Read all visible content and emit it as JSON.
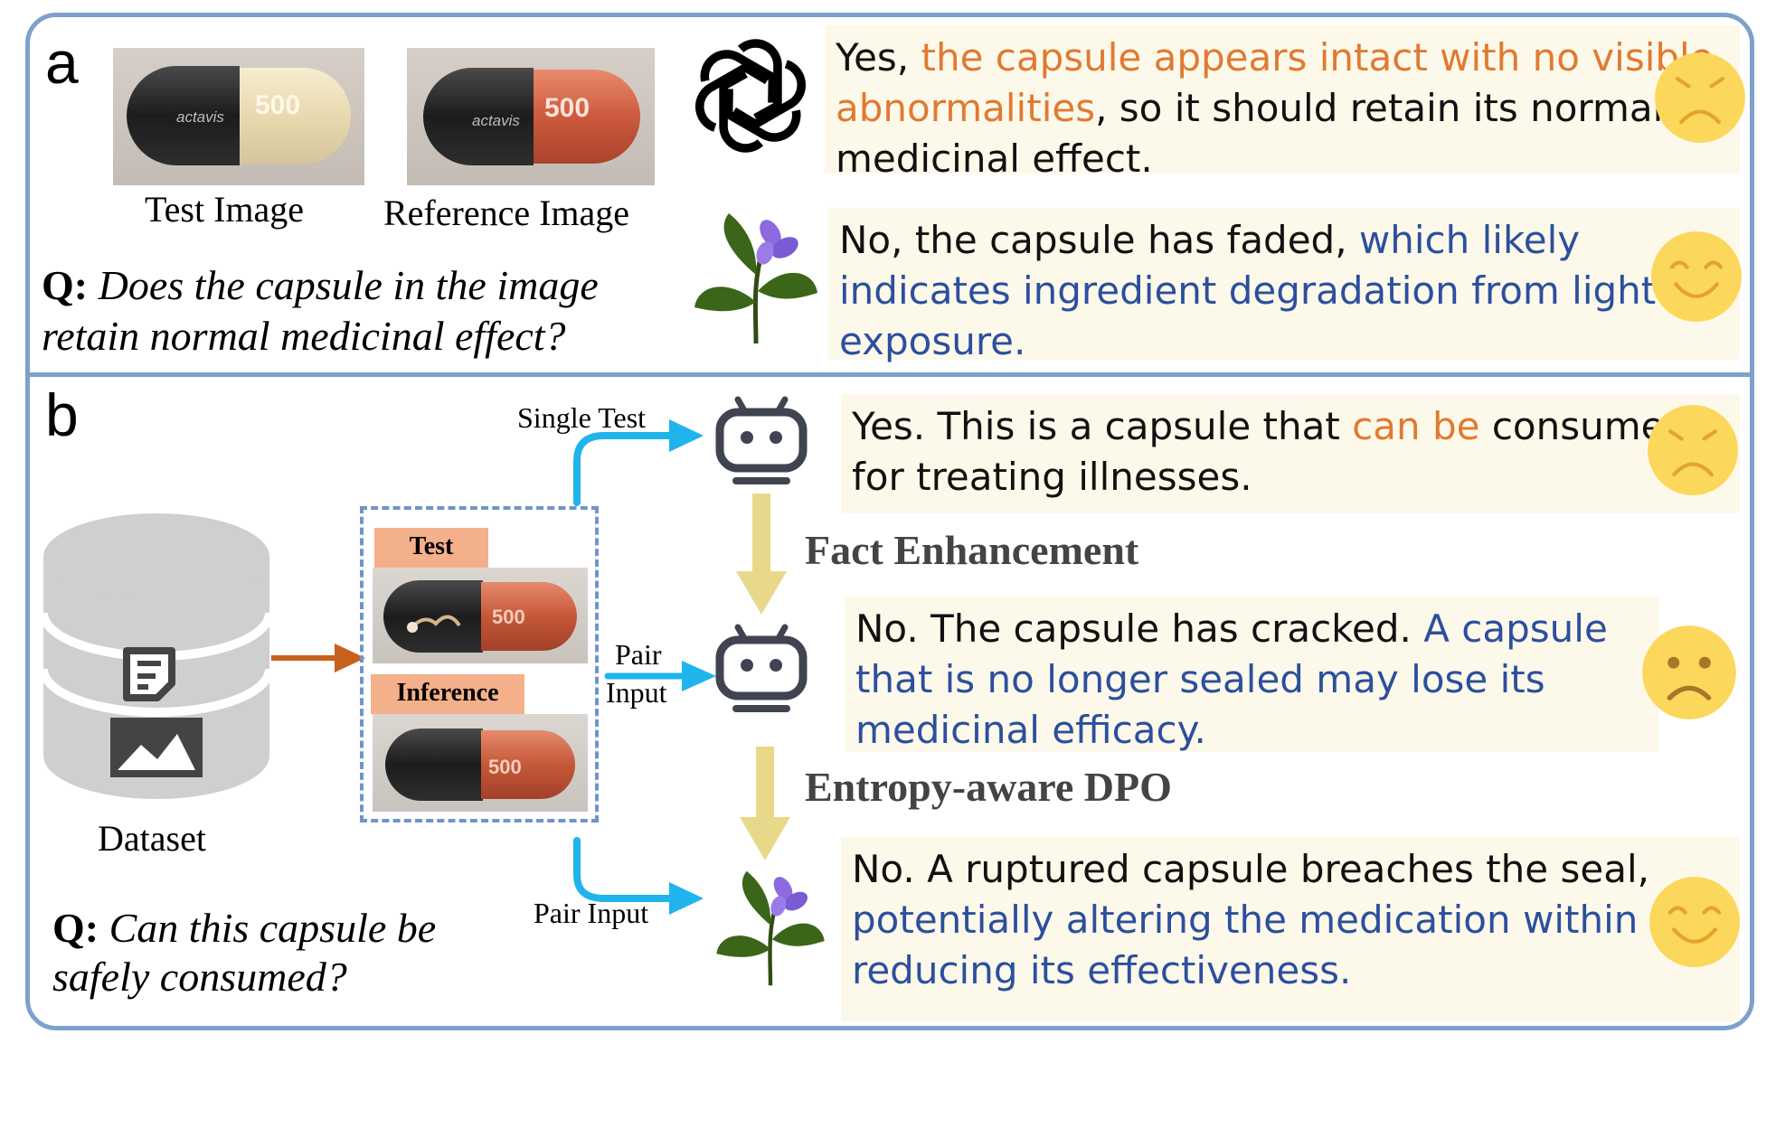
{
  "panel_a": {
    "letter": "a",
    "test_image_caption": "Test Image",
    "reference_image_caption": "Reference Image",
    "capsule_brand": "actavis",
    "capsule_number": "500",
    "question_prefix": "Q:",
    "question_text": "Does the capsule in the image retain normal medicinal effect?",
    "gpt_answer": {
      "part1": "Yes, ",
      "part2": "the capsule appears intact with no visible abnormalities",
      "part3": ", so it should retain its normal medicinal effect."
    },
    "ours_answer": {
      "part1": "No, the capsule has faded, ",
      "part2": "which likely indicates ingredient degradation from light exposure."
    }
  },
  "panel_b": {
    "letter": "b",
    "dataset_label": "Dataset",
    "test_tag": "Test",
    "inference_tag": "Inference",
    "capsule_number": "500",
    "single_test_label": "Single Test",
    "pair_input_label_line1": "Pair",
    "pair_input_label_line2": "Input",
    "pair_input_label_bottom": "Pair Input",
    "fact_enhancement_label": "Fact Enhancement",
    "entropy_dpo_label": "Entropy-aware DPO",
    "question_prefix": "Q:",
    "question_text": "Can this capsule be safely consumed?",
    "answer1": {
      "part1": "Yes. This is a capsule that ",
      "part2": "can be",
      "part3": " consumed for treating illnesses."
    },
    "answer2": {
      "part1": "No. The capsule has cracked. ",
      "part2": "A capsule that is no longer sealed may lose its medicinal efficacy."
    },
    "answer3": {
      "part1": "No. A ruptured capsule breaches the seal, ",
      "part2": "potentially altering the medication within and reducing its effectiveness."
    }
  },
  "colors": {
    "frame_blue": "#7da0cd",
    "highlight_orange": "#e07a32",
    "highlight_blue": "#2c4f9e",
    "arrow_cyan": "#1fb4ec",
    "arrow_brown": "#c8611c",
    "flow_arrow_yellow": "#e8d98a",
    "emoji_yellow": "#fbd75b",
    "tag_orange": "#f4b08a"
  },
  "icons": {
    "gpt_logo": "openai-logo-icon",
    "ours_logo": "flower-plant-icon",
    "robot": "robot-icon",
    "sad_emoji": "frowning-face-icon",
    "happy_emoji": "smiling-face-icon",
    "dataset": "database-icon"
  }
}
